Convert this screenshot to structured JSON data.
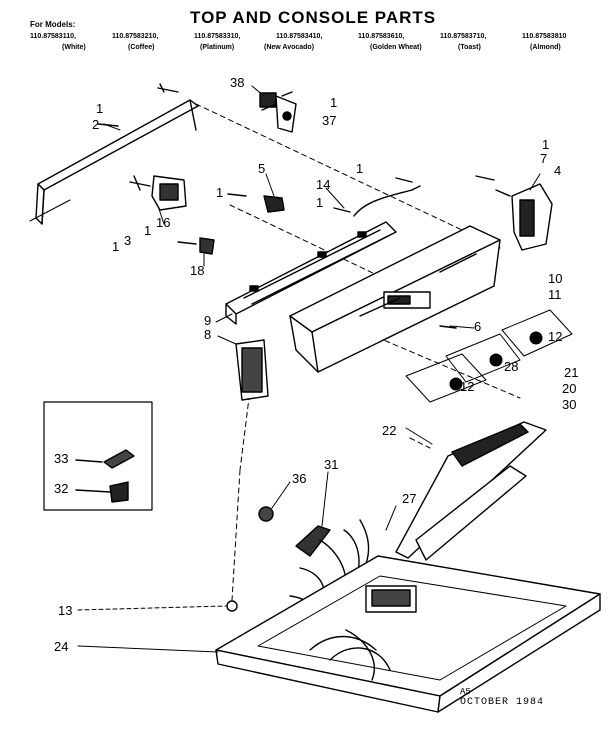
{
  "header": {
    "title": "TOP AND CONSOLE PARTS",
    "for_models": "For Models:",
    "models": [
      "110.87583110,",
      "110.87583210,",
      "110.87583310,",
      "110.87583410,",
      "110.87583610,",
      "110.87583710,",
      "110.87583810"
    ],
    "colors": [
      "(White)",
      "(Coffee)",
      "(Platinum)",
      "(New Avocado)",
      "(Golden Wheat)",
      "(Toast)",
      "(Almond)"
    ]
  },
  "callouts": {
    "c1a": "1",
    "c2": "2",
    "c38": "38",
    "c1b": "1",
    "c37": "37",
    "c5": "5",
    "c1c": "1",
    "c14": "14",
    "c1d": "1",
    "c7": "7",
    "c4": "4",
    "c1e": "1",
    "c1f": "1",
    "c16": "16",
    "c1g": "1",
    "c3": "3",
    "c1h": "1",
    "c18": "18",
    "c10": "10",
    "c11": "11",
    "c9": "9",
    "c8": "8",
    "c6": "6",
    "c12a": "12",
    "c21": "21",
    "c28": "28",
    "c20": "20",
    "c12b": "12",
    "c30": "30",
    "c22": "22",
    "c33": "33",
    "c32": "32",
    "c31": "31",
    "c36": "36",
    "c27": "27",
    "c13": "13",
    "c24": "24"
  },
  "footer": {
    "code": "A5",
    "date": "OCTOBER 1984"
  }
}
